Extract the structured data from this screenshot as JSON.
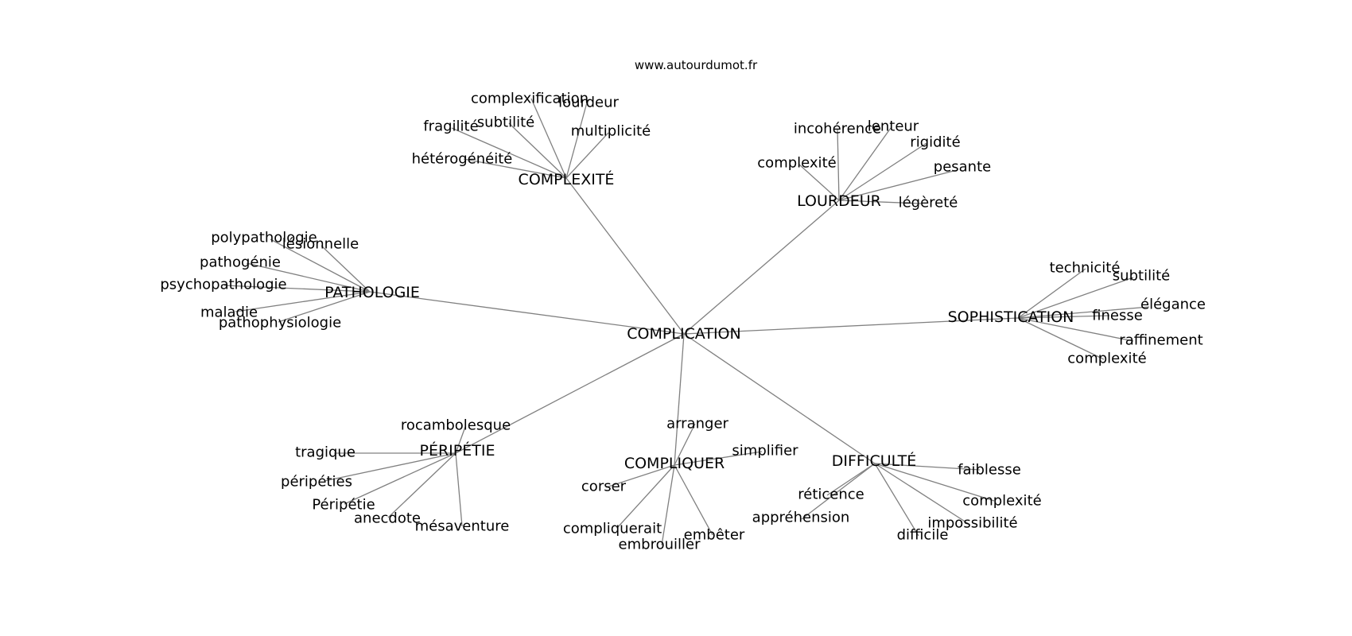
{
  "watermark": "www.autourdumot.fr",
  "center": {
    "label": "COMPLICATION"
  },
  "hubs": [
    {
      "id": "complexite_hub",
      "label": "COMPLEXITÉ",
      "leaves": [
        "complexification",
        "lourdeur",
        "subtilité",
        "fragilité",
        "multiplicité",
        "hétérogénéité"
      ]
    },
    {
      "id": "lourdeur_hub",
      "label": "LOURDEUR",
      "leaves": [
        "incohérence",
        "lenteur",
        "rigidité",
        "complexité",
        "pesante",
        "légèreté"
      ]
    },
    {
      "id": "pathologie_hub",
      "label": "PATHOLOGIE",
      "leaves": [
        "polypathologie",
        "lésionnelle",
        "pathogénie",
        "psychopathologie",
        "maladie",
        "pathophysiologie"
      ]
    },
    {
      "id": "sophistication_hub",
      "label": "SOPHISTICATION",
      "leaves": [
        "technicité",
        "subtilité",
        "élégance",
        "finesse",
        "raffinement",
        "complexité"
      ]
    },
    {
      "id": "peripetie_hub",
      "label": "PÉRIPÉTIE",
      "leaves": [
        "rocambolesque",
        "tragique",
        "péripéties",
        "Péripétie",
        "anecdote",
        "mésaventure"
      ]
    },
    {
      "id": "compliquer_hub",
      "label": "COMPLIQUER",
      "leaves": [
        "arranger",
        "simplifier",
        "corser",
        "compliquerait",
        "embrouiller",
        "embêter"
      ]
    },
    {
      "id": "difficulte_hub",
      "label": "DIFFICULTÉ",
      "leaves": [
        "faiblesse",
        "réticence",
        "complexité",
        "appréhension",
        "impossibilité",
        "difficile"
      ]
    }
  ]
}
